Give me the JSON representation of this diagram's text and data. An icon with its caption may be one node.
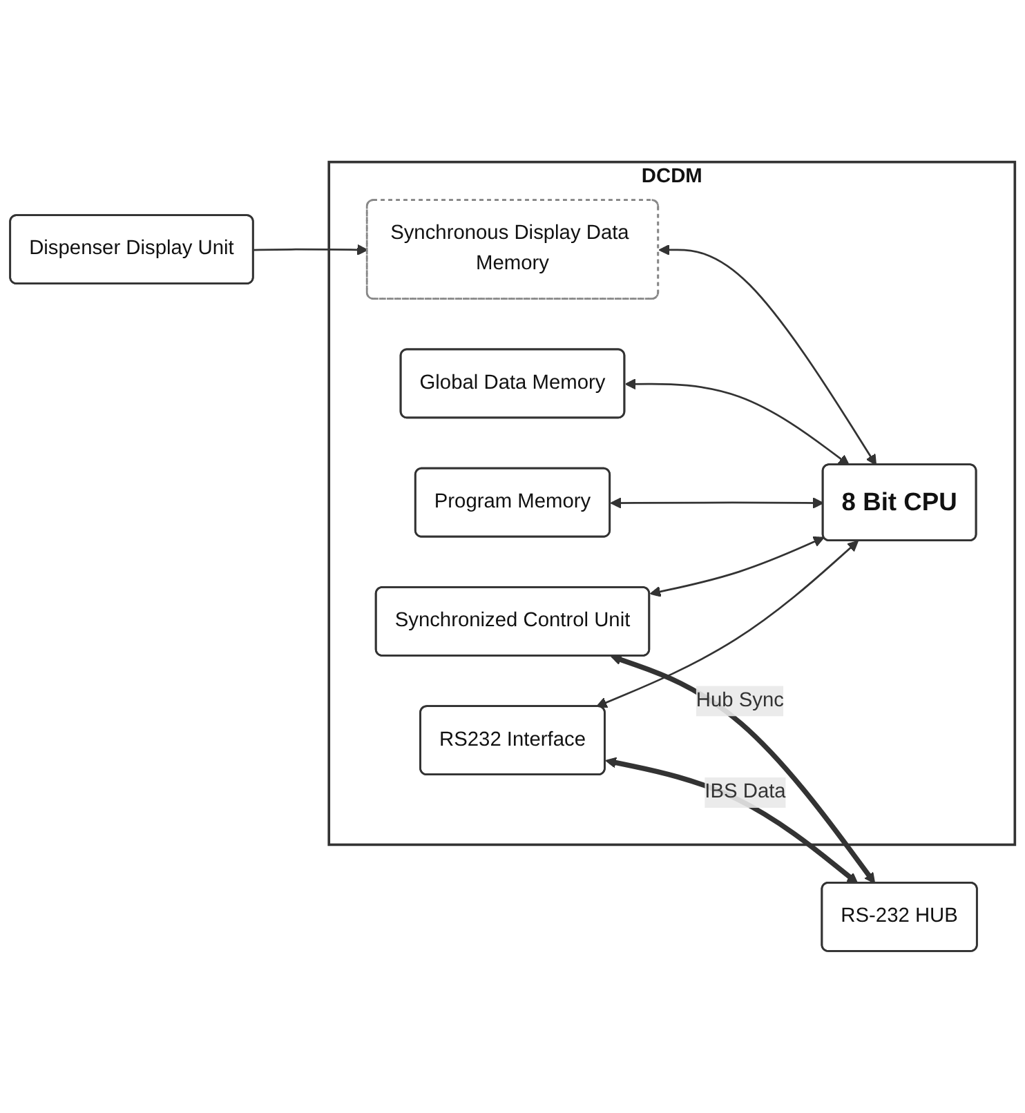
{
  "diagram": {
    "nodes": [
      {
        "text": [
          "DCDM"
        ]
      },
      {
        "text": [
          "Dispenser Display Unit"
        ]
      },
      {
        "text": [
          "Synchronous Display Data Memory"
        ],
        "in": 0
      },
      {
        "text": [
          "Global Data Memory"
        ],
        "in": 0
      },
      {
        "text": [
          "Program Memory"
        ],
        "in": 0
      },
      {
        "text": [
          "Synchronized Control Unit"
        ],
        "in": 0
      },
      {
        "text": [
          "RS232 Interface"
        ],
        "in": 0
      },
      {
        "text": [
          "8 Bit CPU"
        ],
        "in": 0
      },
      {
        "text": [
          "RS-232 HUB"
        ]
      }
    ],
    "edges": [
      {
        "from": 1,
        "to": 2,
        "arrow": "to"
      },
      {
        "from": 2,
        "to": 7,
        "arrow": "both"
      },
      {
        "from": 3,
        "to": 7,
        "arrow": "both"
      },
      {
        "from": 4,
        "to": 7,
        "arrow": "both"
      },
      {
        "from": 5,
        "to": 7,
        "arrow": "both"
      },
      {
        "from": 6,
        "to": 7,
        "arrow": "both"
      },
      {
        "from": 5,
        "to": 8,
        "arrow": "both",
        "label": "Hub Sync",
        "style": "thick"
      },
      {
        "from": 6,
        "to": 8,
        "arrow": "both",
        "label": "IBS Data",
        "style": "thick"
      }
    ]
  }
}
